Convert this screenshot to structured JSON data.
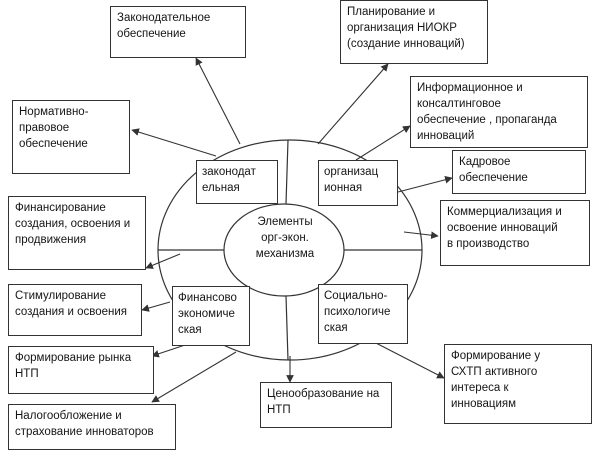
{
  "center_label": "Элементы\nорг-экон.\nмеханизма",
  "segments": {
    "legislative": "законодат\nельная",
    "organizational": "организац\nионная",
    "financial": "Финансово\nэкономиче\nская",
    "social": "Социально-\nпсихологиче\nская"
  },
  "boxes": {
    "legislative_support": "Законодательное\nобеспечение",
    "regulatory_support": "Нормативно-\nправовое\nобеспечение",
    "rd_planning": "Планирование и\nорганизация НИОКР\n(создание инноваций)",
    "information_support": "Информационное и\nконсалтинговое\nобеспечение , пропаганда\nинноваций",
    "personnel_support": "Кадровое\nобеспечение",
    "commercialization": "Коммерциализация и\nосвоение инноваций\nв производство",
    "financing": "Финансирование\nсоздания, освоения и\nпродвижения",
    "stimulation": "Стимулирование\nсоздания и освоения",
    "market_formation": "Формирование рынка\nНТП",
    "taxation_insurance": "Налогообложение и\nстрахование инноваторов",
    "pricing": "Ценообразование на\nНТП",
    "active_interest": "Формирование у\nСХТП активного\nинтереса к\nинновациям"
  },
  "colors": {
    "line": "#333333",
    "text": "#151515",
    "background": "#ffffff"
  }
}
